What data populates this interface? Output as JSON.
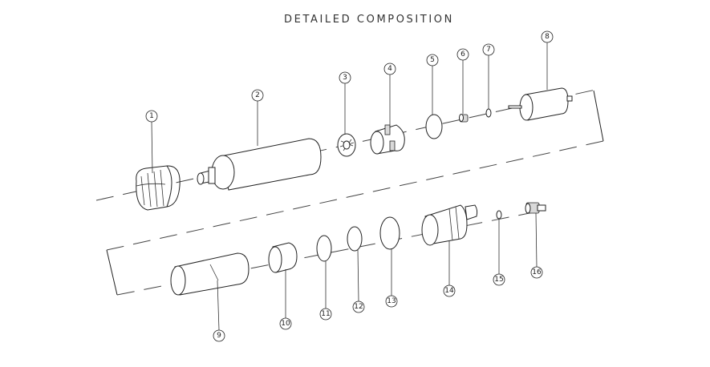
{
  "title": "DETAILED COMPOSITION",
  "callouts": [
    "1",
    "2",
    "3",
    "4",
    "5",
    "6",
    "7",
    "8",
    "9",
    "10",
    "11",
    "12",
    "13",
    "14",
    "15",
    "16"
  ]
}
